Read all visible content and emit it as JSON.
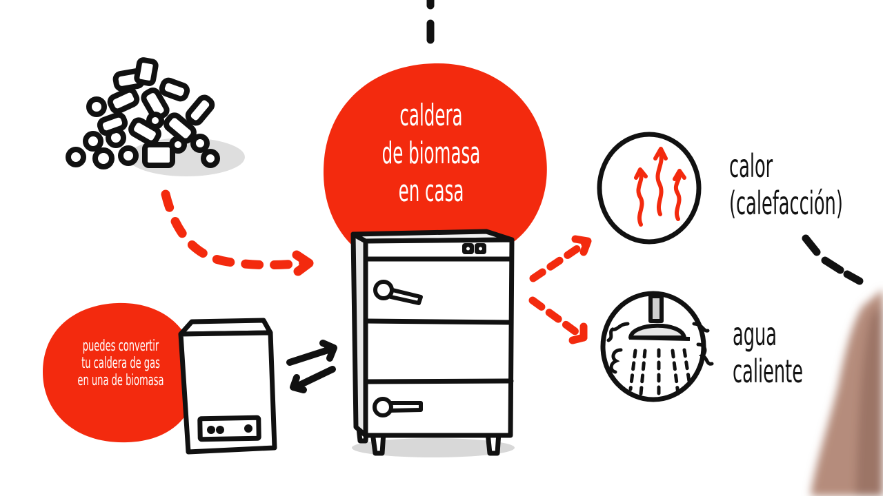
{
  "scene": {
    "title": "caldera de biomasa en casa",
    "colors": {
      "accent_red": "#f32a0e",
      "ink": "#111111",
      "shadow": "#dcdcdc",
      "background": "#ffffff",
      "hand_skin": "#b58c7c"
    }
  },
  "center_bubble": {
    "lines": [
      "caldera",
      "de biomasa",
      "en casa"
    ]
  },
  "gas_bubble": {
    "lines": [
      "puedes convertir",
      "tu caldera de gas",
      "en una de biomasa"
    ]
  },
  "outputs": [
    {
      "id": "heat",
      "icon": "heat-waves-icon",
      "lines": [
        "calor",
        "(calefacción)"
      ]
    },
    {
      "id": "water",
      "icon": "shower-icon",
      "lines": [
        "agua",
        "caliente"
      ]
    }
  ],
  "elements": {
    "fuel": "biomass-pellets-pile",
    "boiler": "biomass-boiler",
    "gas_boiler": "wall-gas-boiler",
    "exchange": "bidirectional-arrows"
  }
}
